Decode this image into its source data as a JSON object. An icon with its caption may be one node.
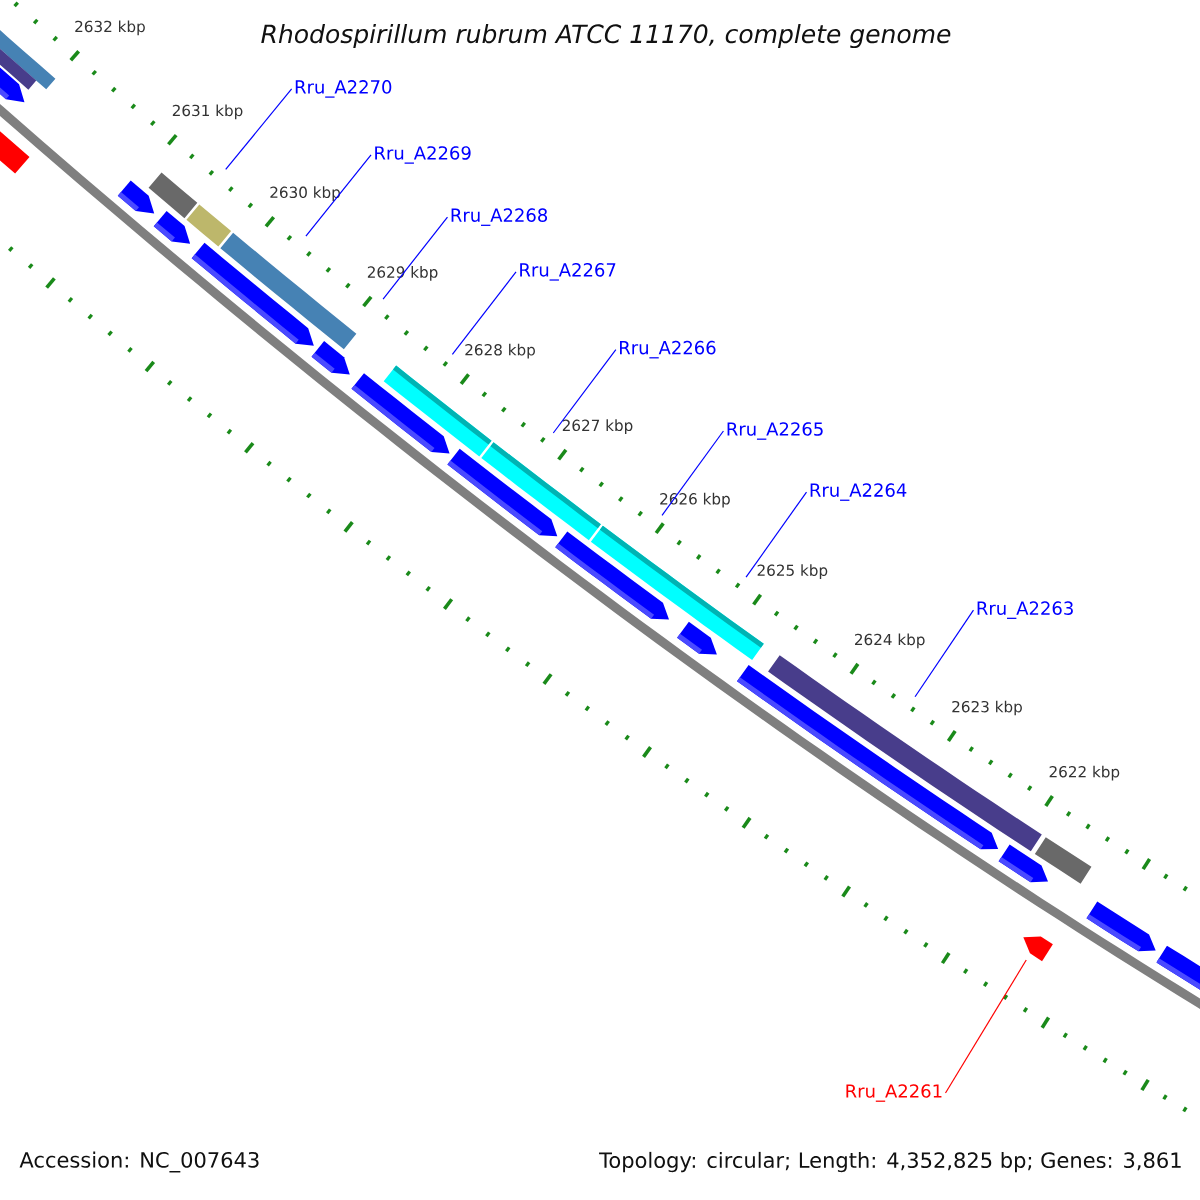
{
  "diagram": {
    "title": "Rhodospirillum rubrum ATCC 11170, complete genome",
    "nodes": [
      {
        "text": [
          "Rru_A2270"
        ]
      },
      {
        "text": [
          "Rru_A2269"
        ]
      },
      {
        "text": [
          "Rru_A2268"
        ]
      },
      {
        "text": [
          "Rru_A2267"
        ]
      },
      {
        "text": [
          "Rru_A2266"
        ]
      },
      {
        "text": [
          "Rru_A2265"
        ]
      },
      {
        "text": [
          "Rru_A2264"
        ]
      },
      {
        "text": [
          "Rru_A2263"
        ]
      },
      {
        "text": [
          "Rru_A2261"
        ]
      },
      {
        "text": [],
        "shape": "arrow"
      },
      {
        "text": [],
        "shape": "arrow"
      },
      {
        "text": [],
        "shape": "arrow"
      },
      {
        "text": [],
        "shape": "arrow"
      },
      {
        "text": [],
        "shape": "arrow"
      },
      {
        "text": [],
        "shape": "arrow"
      },
      {
        "text": [],
        "shape": "arrow"
      },
      {
        "text": [],
        "shape": "arrow"
      },
      {
        "text": [],
        "shape": "arrow"
      },
      {
        "text": [],
        "shape": "arrow"
      },
      {
        "text": [],
        "shape": "arrow"
      },
      {
        "text": [],
        "shape": "arrow"
      },
      {
        "text": [],
        "shape": "arrow"
      },
      {
        "text": [],
        "shape": "arrow"
      }
    ],
    "edges": [
      {
        "from": 0,
        "to": 11,
        "arrow": "none"
      },
      {
        "from": 1,
        "to": 12,
        "arrow": "none"
      },
      {
        "from": 2,
        "to": 13,
        "arrow": "none"
      },
      {
        "from": 3,
        "to": 14,
        "arrow": "none"
      },
      {
        "from": 4,
        "to": 15,
        "arrow": "none"
      },
      {
        "from": 5,
        "to": 16,
        "arrow": "none"
      },
      {
        "from": 6,
        "to": 17,
        "arrow": "none"
      },
      {
        "from": 7,
        "to": 18,
        "arrow": "none"
      },
      {
        "from": 8,
        "to": 20,
        "arrow": "none",
        "color": "#ff0000"
      }
    ],
    "labels": [
      "2632 kbp",
      "2631 kbp",
      "2630 kbp",
      "2629 kbp",
      "2628 kbp",
      "2627 kbp",
      "2626 kbp",
      "2625 kbp",
      "2624 kbp",
      "2623 kbp",
      "2622 kbp",
      "Accession: NC_007643",
      "Topology: circular; Length: 4,352,825 bp; Genes: 3,861"
    ]
  }
}
